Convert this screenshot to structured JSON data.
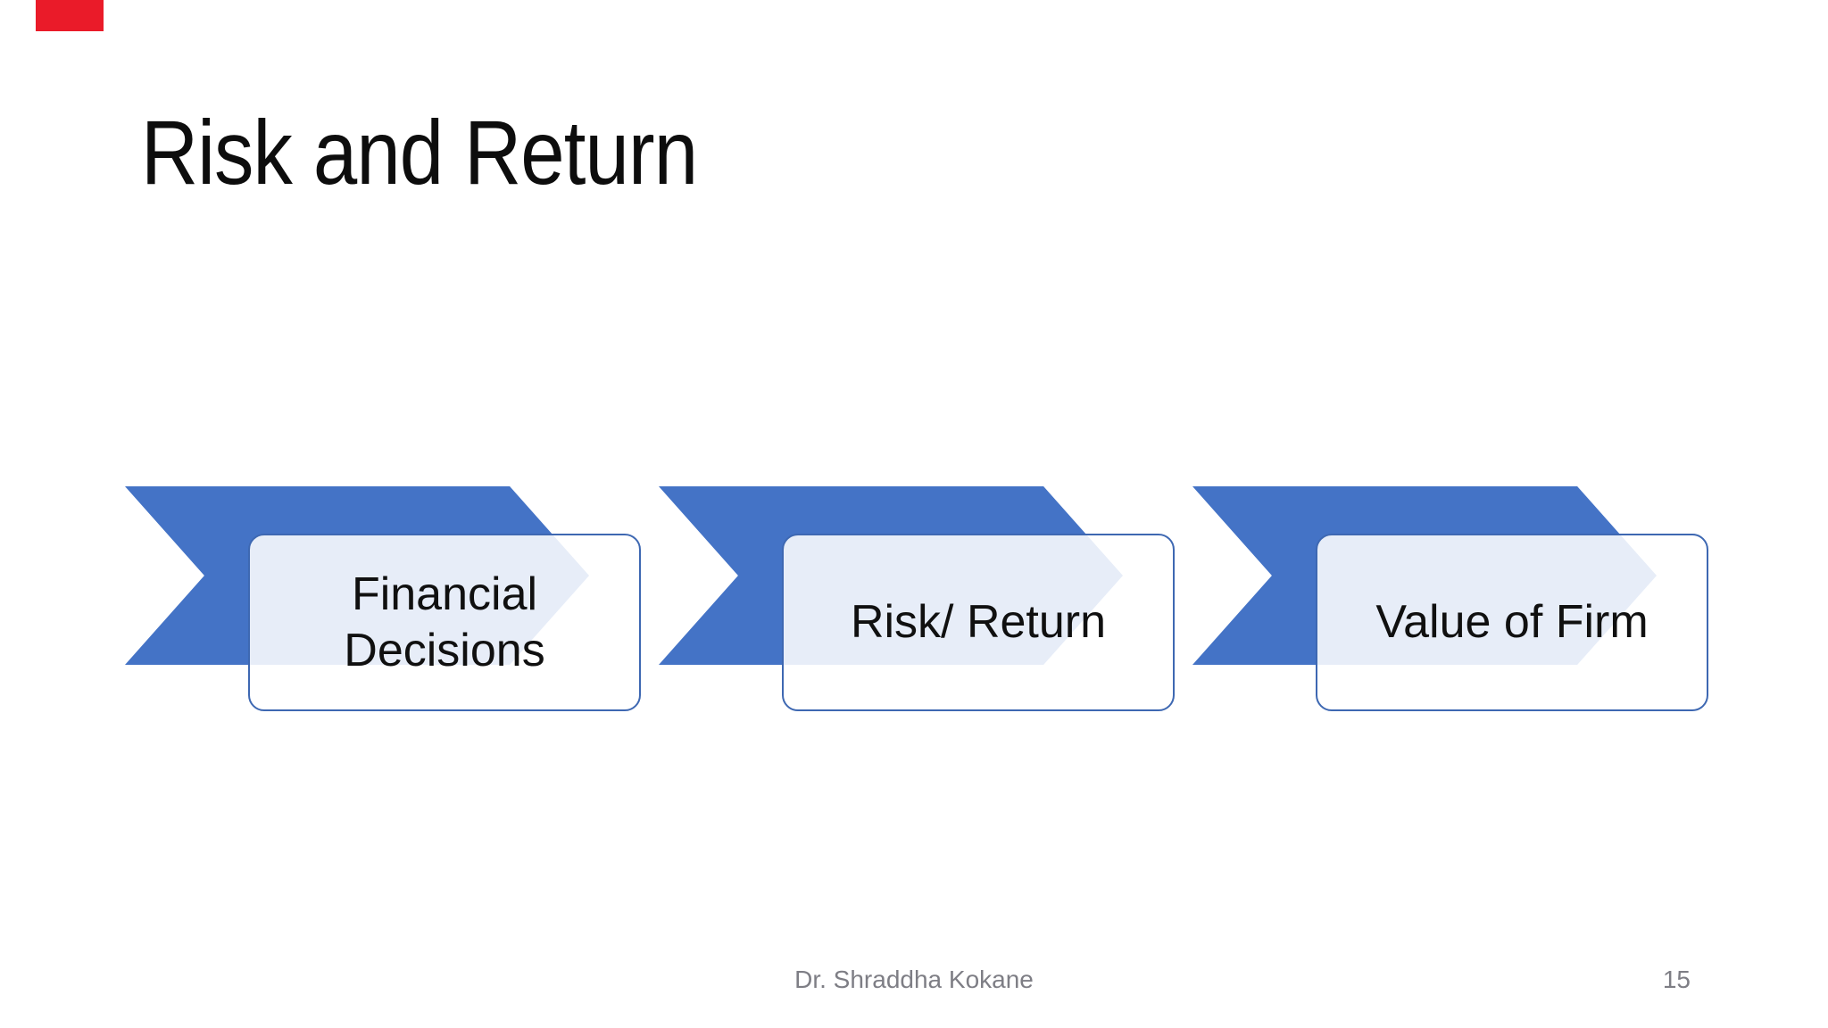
{
  "slide": {
    "title": "Risk and Return",
    "diagram": {
      "type": "process-flow",
      "direction": "left-to-right",
      "steps": [
        {
          "label": "Financial\nDecisions"
        },
        {
          "label": "Risk/ Return"
        },
        {
          "label": "Value of Firm"
        }
      ]
    },
    "footer": {
      "author": "Dr. Shraddha Kokane",
      "page_number": "15"
    },
    "colors": {
      "chevron_blue": "#4473C6",
      "card_border_blue": "#3E68B2",
      "card_fill_tint": "#E7EDF7",
      "text_black": "#101010",
      "footer_gray": "#7E7E85",
      "indicator_red": "#EA1B29"
    }
  }
}
